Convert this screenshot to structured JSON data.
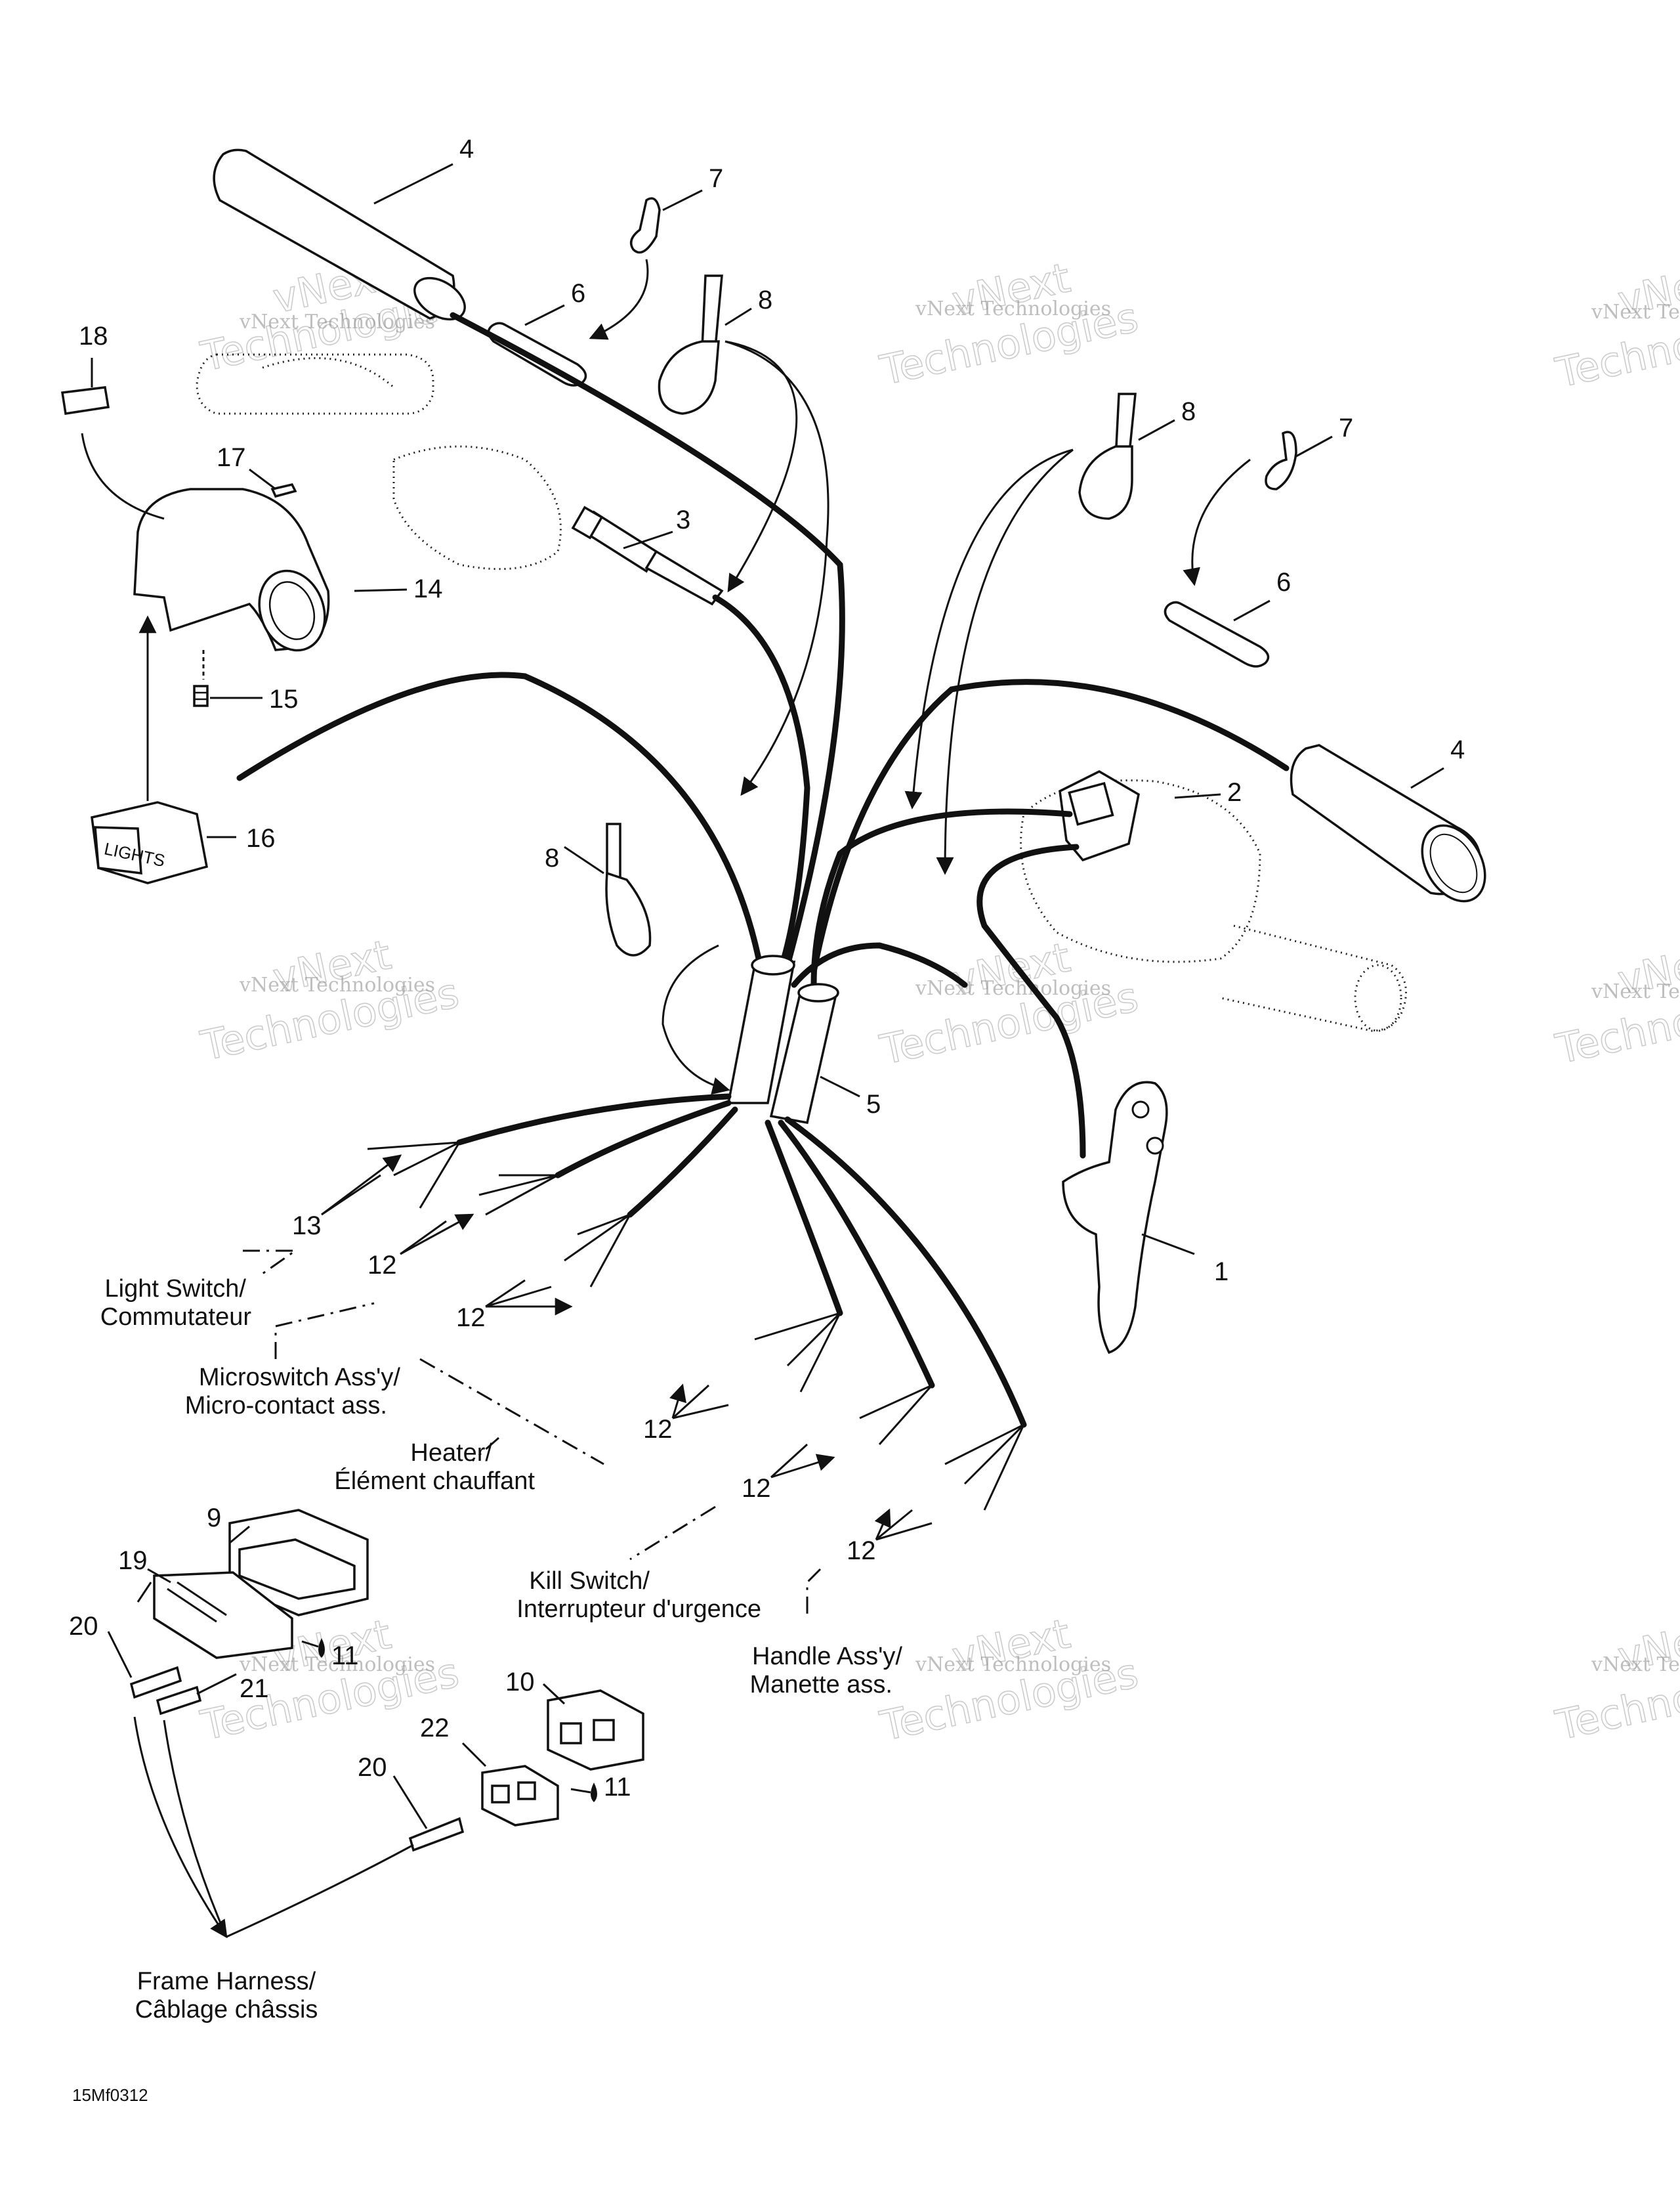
{
  "callouts": {
    "c1": "1",
    "c2": "2",
    "c3": "3",
    "c4a": "4",
    "c4b": "4",
    "c5": "5",
    "c6a": "6",
    "c6b": "6",
    "c7a": "7",
    "c7b": "7",
    "c8a": "8",
    "c8b": "8",
    "c8c": "8",
    "c9": "9",
    "c10": "10",
    "c11a": "11",
    "c11b": "11",
    "c12a": "12",
    "c12b": "12",
    "c12c": "12",
    "c12d": "12",
    "c12e": "12",
    "c13": "13",
    "c14": "14",
    "c15": "15",
    "c16": "16",
    "c17": "17",
    "c18": "18",
    "c19": "19",
    "c20a": "20",
    "c20b": "20",
    "c21": "21",
    "c22": "22"
  },
  "labels": {
    "light_switch": [
      "Light Switch/",
      "Commutateur"
    ],
    "microswitch": [
      "Microswitch Ass'y/",
      "Micro-contact ass."
    ],
    "heater": [
      "Heater/",
      "Élément chauffant"
    ],
    "kill_switch": [
      "Kill Switch/",
      "Interrupteur d'urgence"
    ],
    "handle": [
      "Handle Ass'y/",
      "Manette ass."
    ],
    "frame_harness": [
      "Frame Harness/",
      "Câblage châssis"
    ]
  },
  "switch_text": "LIGHTS",
  "figure_code": "15Mf0312",
  "watermark": {
    "line1": "vNext Technologies",
    "line2": "vNext",
    "line3": "Technologies"
  }
}
